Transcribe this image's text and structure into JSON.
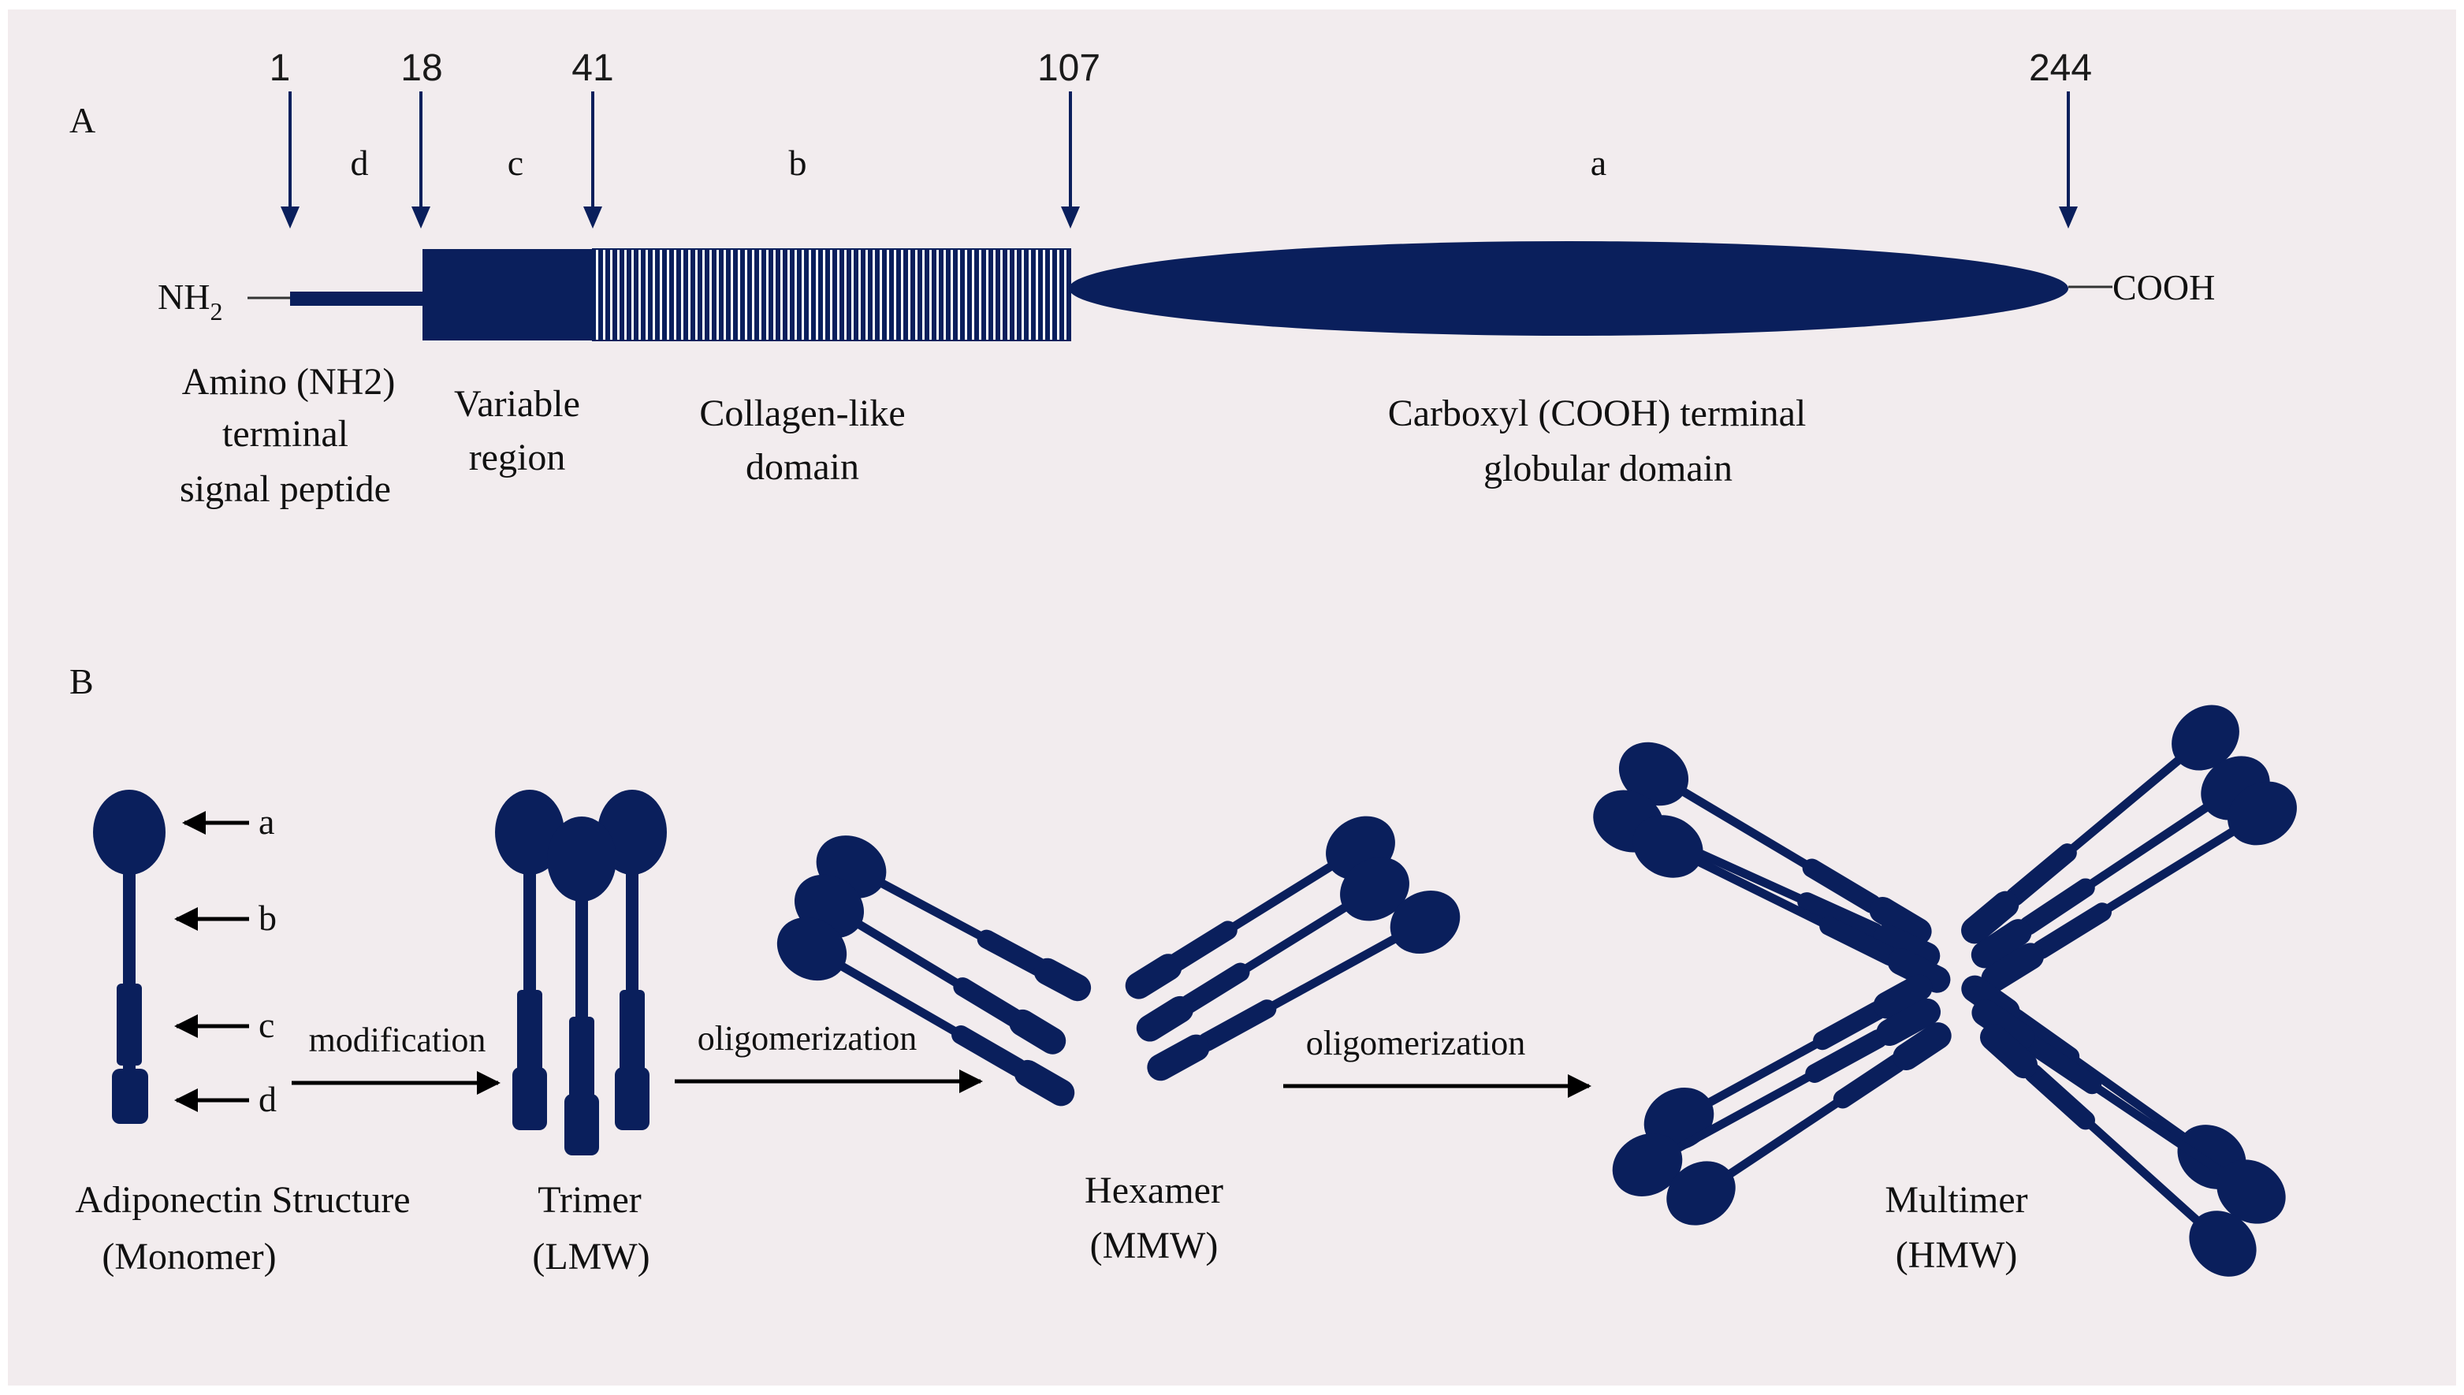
{
  "colors": {
    "panel": "#f2ecee",
    "navy": "#0a1f5c",
    "text": "#111111",
    "arrow": "#0a1f5c"
  },
  "panelA": {
    "label": "A",
    "positions": [
      "1",
      "18",
      "41",
      "107",
      "244"
    ],
    "region_letters": [
      "d",
      "c",
      "b",
      "a"
    ],
    "nh2_main": "NH",
    "nh2_sub": "2",
    "cooh": "COOH",
    "captions": {
      "signal_line1": "Amino (NH2)",
      "signal_line2": "terminal",
      "signal_line3": "signal peptide",
      "variable_line1": "Variable",
      "variable_line2": "region",
      "collagen_line1": "Collagen-like",
      "collagen_line2": "domain",
      "globular_line1": "Carboxyl (COOH) terminal",
      "globular_line2": "globular domain"
    }
  },
  "panelB": {
    "label": "B",
    "monomer_pointers": [
      "a",
      "b",
      "c",
      "d"
    ],
    "steps": [
      "modification",
      "oligomerization",
      "oligomerization"
    ],
    "forms": {
      "monomer_line1": "Adiponectin  Structure",
      "monomer_line2": "(Monomer)",
      "trimer_line1": "Trimer",
      "trimer_line2": "(LMW)",
      "hexamer_line1": "Hexamer",
      "hexamer_line2": "(MMW)",
      "multimer_line1": "Multimer",
      "multimer_line2": "(HMW)"
    }
  }
}
